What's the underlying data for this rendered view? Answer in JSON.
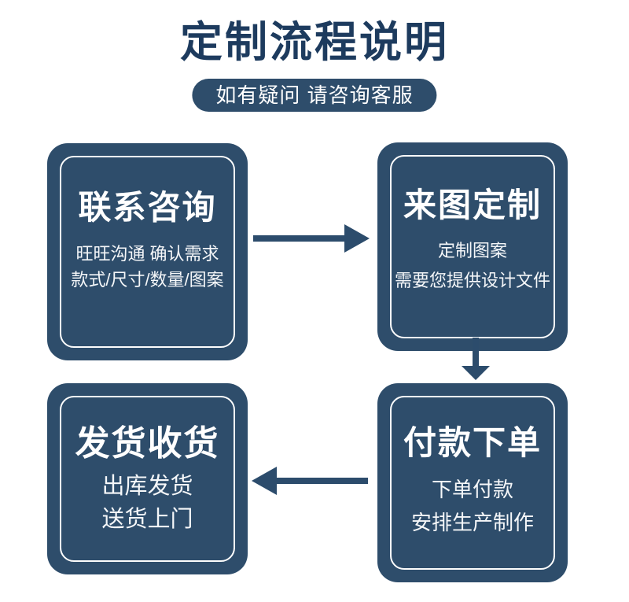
{
  "header": {
    "title": "定制流程说明",
    "badge": "如有疑问 请咨询客服"
  },
  "steps": [
    {
      "title": "联系咨询",
      "lines": [
        "旺旺沟通 确认需求",
        "款式/尺寸/数量/图案"
      ]
    },
    {
      "title": "来图定制",
      "lines": [
        "定制图案",
        "需要您提供设计文件"
      ]
    },
    {
      "title": "付款下单",
      "lines": [
        "下单付款",
        "安排生产制作"
      ]
    },
    {
      "title": "发货收货",
      "lines": [
        "出库发货",
        "送货上门"
      ]
    }
  ],
  "flow": [
    {
      "from": "联系咨询",
      "to": "来图定制",
      "arrow": "right"
    },
    {
      "from": "来图定制",
      "to": "付款下单",
      "arrow": "down"
    },
    {
      "from": "付款下单",
      "to": "发货收货",
      "arrow": "left"
    }
  ],
  "colors": {
    "background": "#ffffff",
    "title_text": "#1d3b5e",
    "box_fill": "#2e4d6b",
    "badge_fill": "#2e4d6b",
    "arrow": "#2c4c6c",
    "box_text": "#ffffff",
    "inner_border": "#fcfcfc"
  }
}
